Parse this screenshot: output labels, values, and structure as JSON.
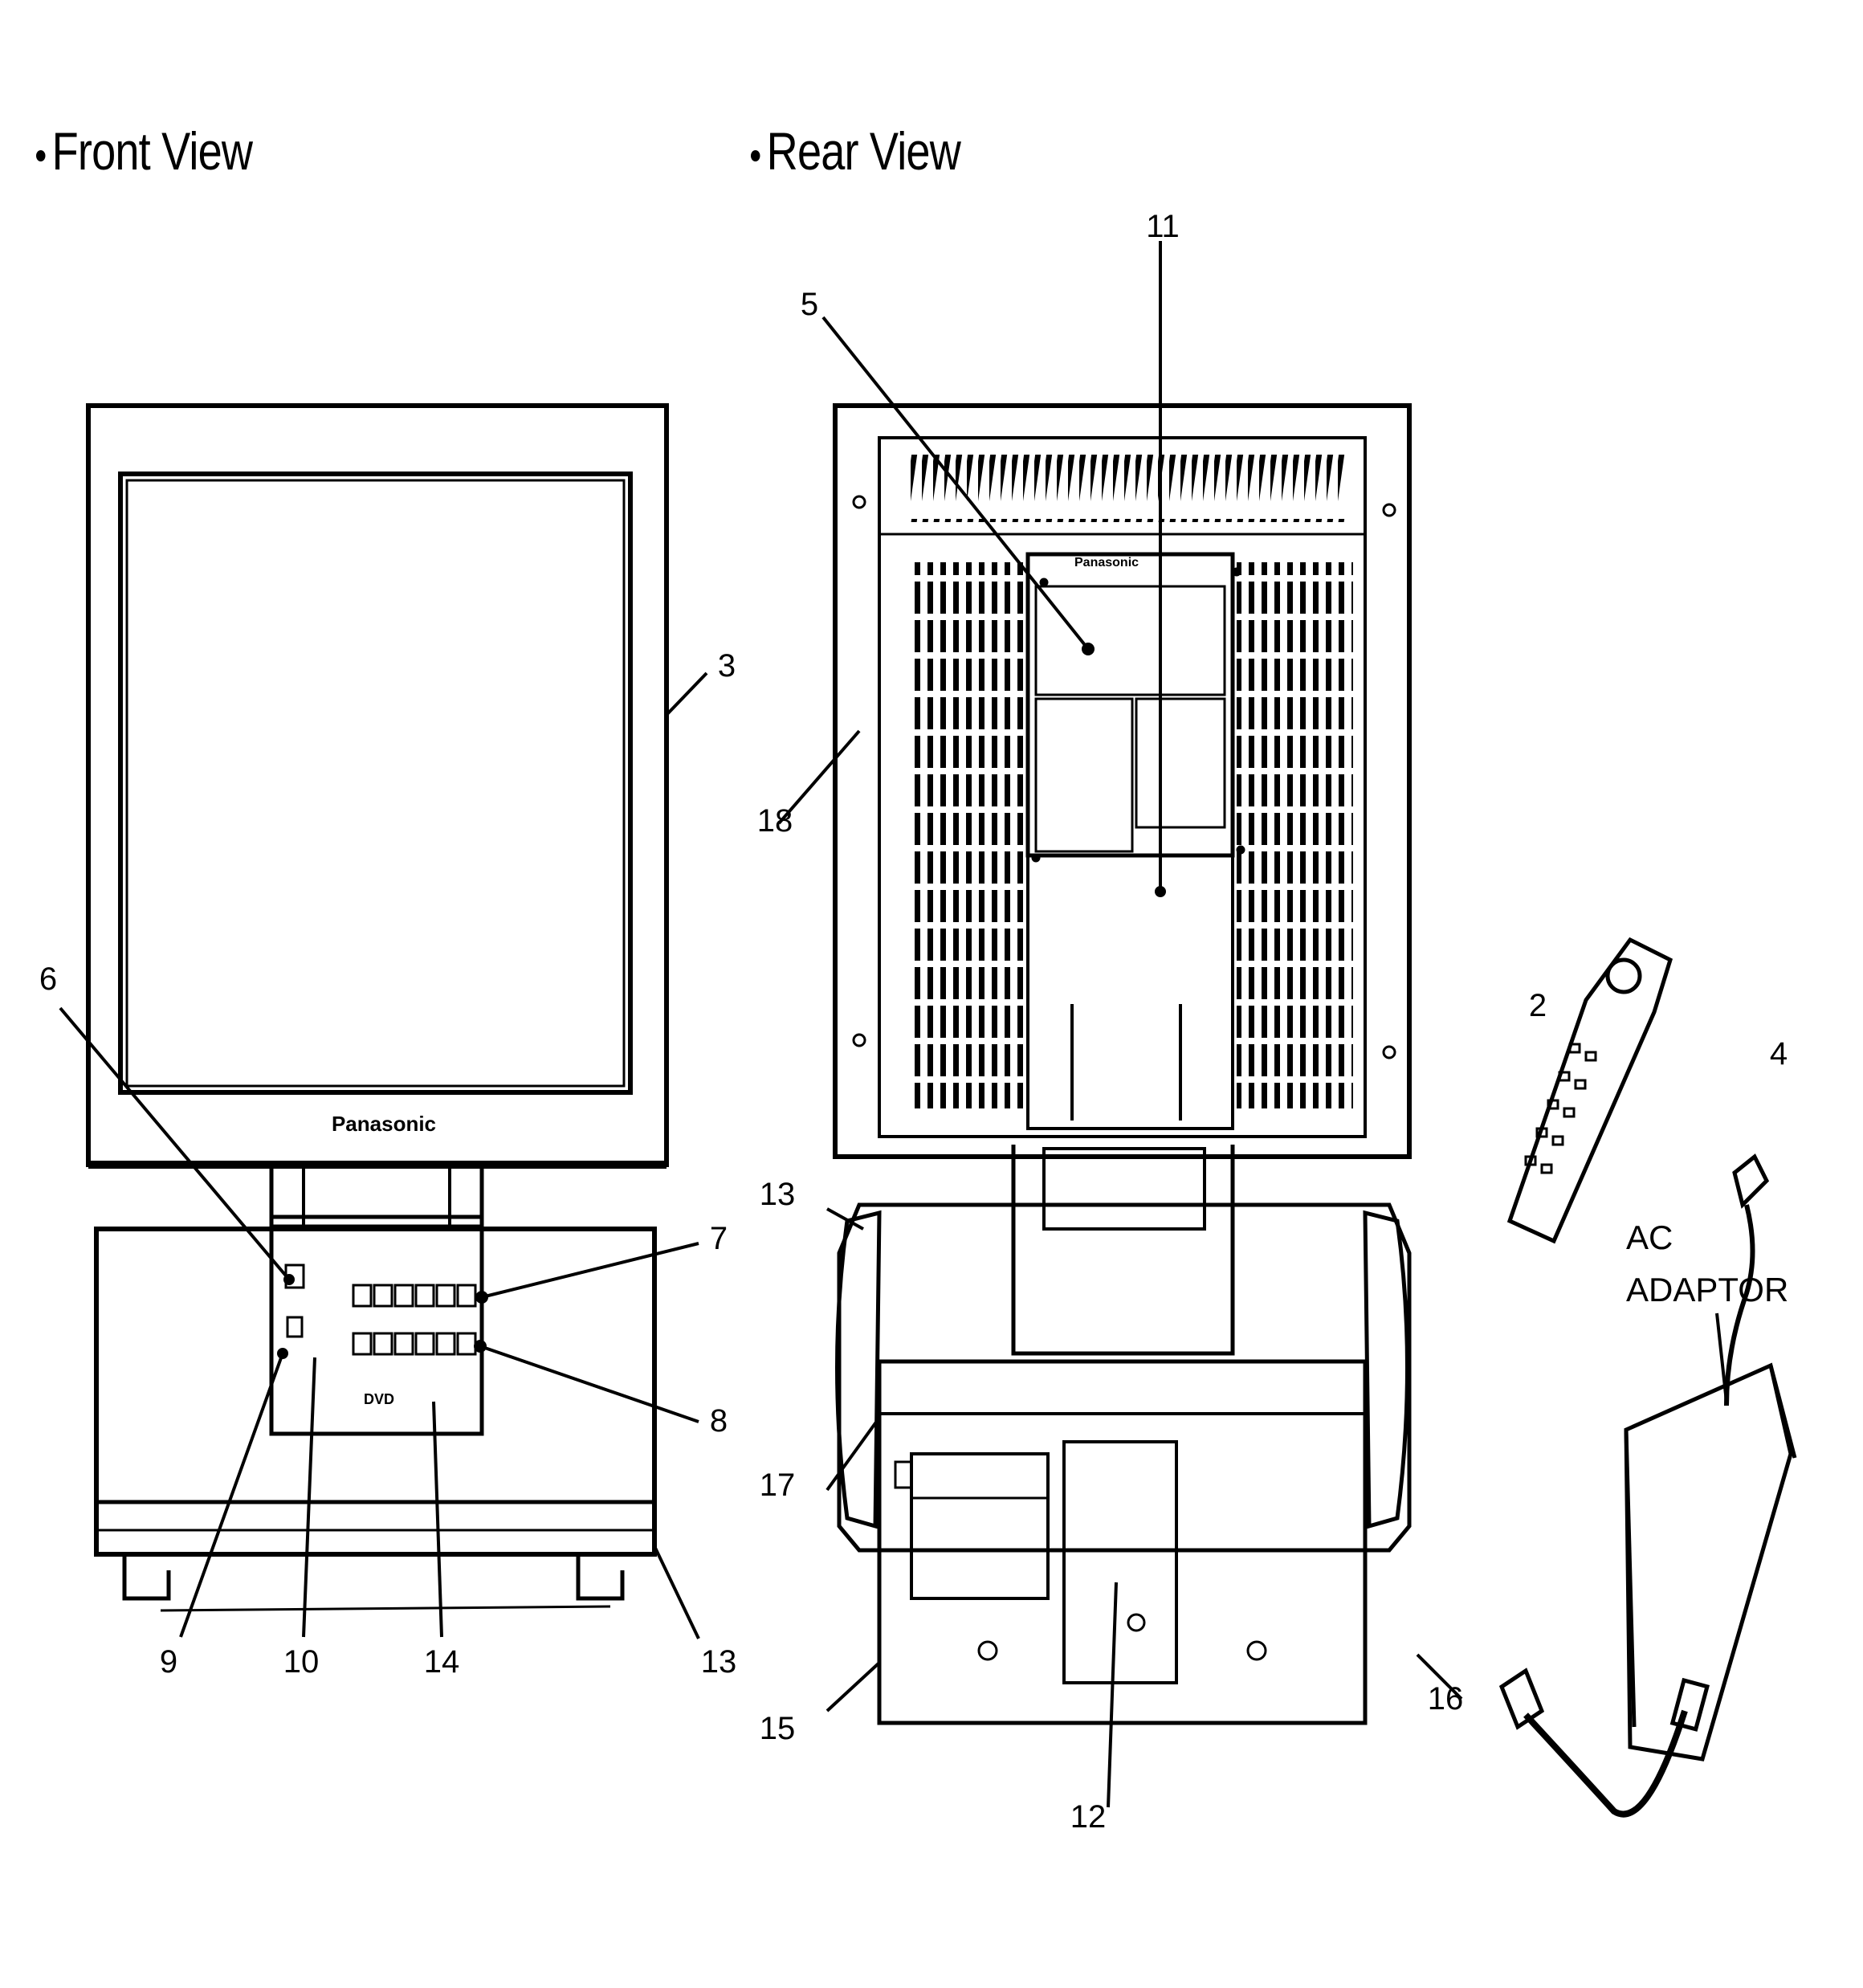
{
  "headings": {
    "front": "Front View",
    "rear": "Rear View"
  },
  "brand": "Panasonic",
  "disc_logo": "DVD",
  "adaptor": {
    "line1": "AC",
    "line2": "ADAPTOR"
  },
  "callouts": {
    "c2": "2",
    "c3": "3",
    "c4": "4",
    "c5": "5",
    "c6": "6",
    "c7": "7",
    "c8": "8",
    "c9": "9",
    "c10": "10",
    "c11": "11",
    "c12": "12",
    "c13a": "13",
    "c13b": "13",
    "c14": "14",
    "c15": "15",
    "c16": "16",
    "c17": "17",
    "c18": "18"
  }
}
